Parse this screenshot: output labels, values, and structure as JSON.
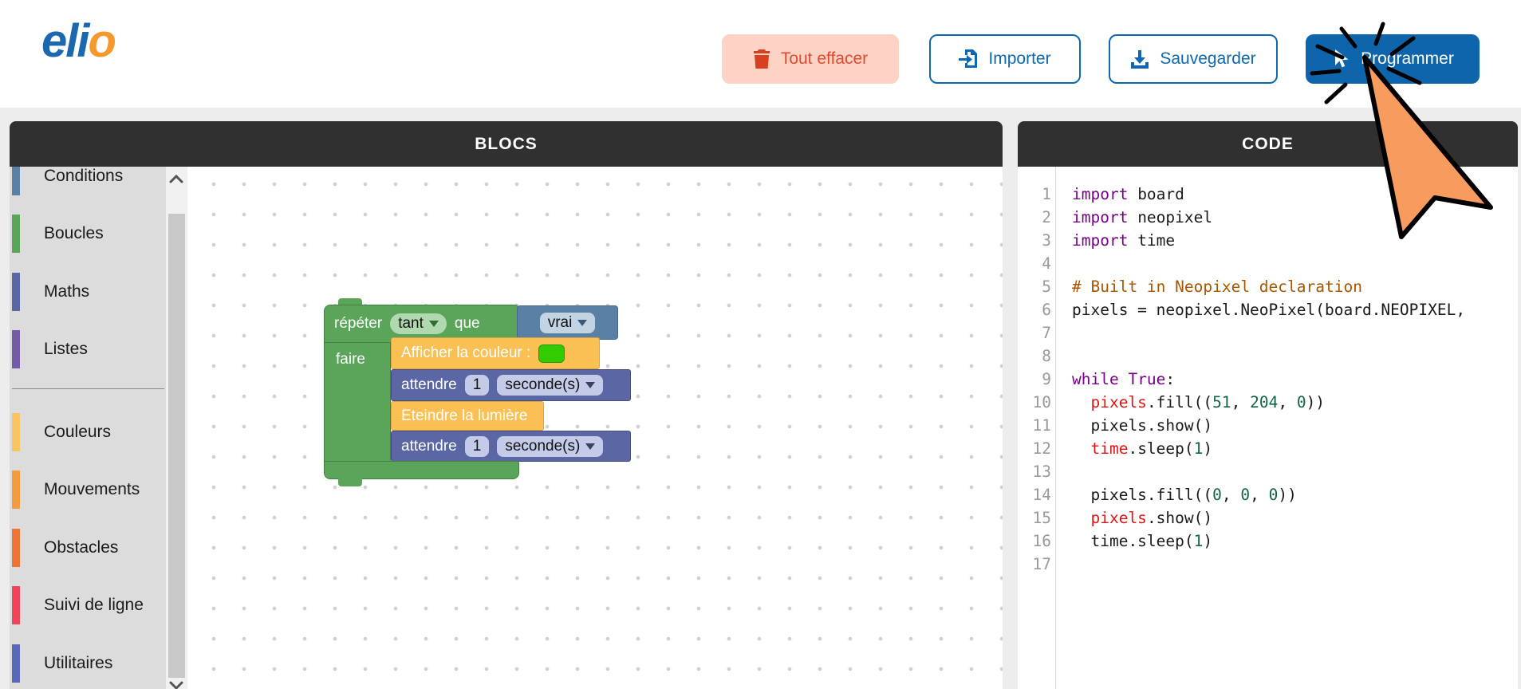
{
  "header": {
    "logo_part1": "eli",
    "logo_part2": "o",
    "buttons": {
      "clear_label": "Tout effacer",
      "import_label": "Importer",
      "save_label": "Sauvegarder",
      "program_label": "Programmer"
    }
  },
  "blocs_panel": {
    "title": "BLOCS",
    "categories": [
      {
        "label": "Conditions",
        "color": "#5b80a5",
        "divider_before": false
      },
      {
        "label": "Boucles",
        "color": "#5ba55b",
        "divider_before": false
      },
      {
        "label": "Maths",
        "color": "#5b67a5",
        "divider_before": false
      },
      {
        "label": "Listes",
        "color": "#745ba5",
        "divider_before": false
      },
      {
        "label": "Couleurs",
        "color": "#f9c45f",
        "divider_before": true
      },
      {
        "label": "Mouvements",
        "color": "#f49b3d",
        "divider_before": false
      },
      {
        "label": "Obstacles",
        "color": "#ed7433",
        "divider_before": false
      },
      {
        "label": "Suivi de ligne",
        "color": "#f0445a",
        "divider_before": false
      },
      {
        "label": "Utilitaires",
        "color": "#5968b8",
        "divider_before": false
      }
    ],
    "workspace_blocks": {
      "repeat_kw": "répéter",
      "mode_value": "tant",
      "que_label": "que",
      "condition_value": "vrai",
      "do_label": "faire",
      "show_color_label": "Afficher la couleur :",
      "swatch_color": "#33cc00",
      "wait_label": "attendre",
      "wait_value": "1",
      "wait_unit": "seconde(s)",
      "light_off_label": "Eteindre la lumière"
    }
  },
  "code_panel": {
    "title": "CODE",
    "lines": [
      {
        "n": "1",
        "t": [
          [
            "kw",
            "import"
          ],
          [
            "pl",
            " board"
          ]
        ]
      },
      {
        "n": "2",
        "t": [
          [
            "kw",
            "import"
          ],
          [
            "pl",
            " neopixel"
          ]
        ]
      },
      {
        "n": "3",
        "t": [
          [
            "kw",
            "import"
          ],
          [
            "pl",
            " time"
          ]
        ]
      },
      {
        "n": "4",
        "t": []
      },
      {
        "n": "5",
        "t": [
          [
            "cmt",
            "# Built in Neopixel declaration"
          ]
        ]
      },
      {
        "n": "6",
        "t": [
          [
            "pl",
            "pixels = neopixel.NeoPixel(board.NEOPIXEL, "
          ]
        ]
      },
      {
        "n": "7",
        "t": []
      },
      {
        "n": "8",
        "t": []
      },
      {
        "n": "9",
        "t": [
          [
            "kw",
            "while"
          ],
          [
            "pl",
            " "
          ],
          [
            "kw",
            "True"
          ],
          [
            "pl",
            ":"
          ]
        ]
      },
      {
        "n": "10",
        "t": [
          [
            "pl",
            "  "
          ],
          [
            "red",
            "pixels"
          ],
          [
            "pl",
            ".fill(("
          ],
          [
            "num",
            "51"
          ],
          [
            "pl",
            ", "
          ],
          [
            "num",
            "204"
          ],
          [
            "pl",
            ", "
          ],
          [
            "num",
            "0"
          ],
          [
            "pl",
            "))"
          ]
        ]
      },
      {
        "n": "11",
        "t": [
          [
            "pl",
            "  pixels.show()"
          ]
        ]
      },
      {
        "n": "12",
        "t": [
          [
            "pl",
            "  "
          ],
          [
            "red",
            "time"
          ],
          [
            "pl",
            ".sleep("
          ],
          [
            "num",
            "1"
          ],
          [
            "pl",
            ")"
          ]
        ]
      },
      {
        "n": "13",
        "t": []
      },
      {
        "n": "14",
        "t": [
          [
            "pl",
            "  pixels.fill(("
          ],
          [
            "num",
            "0"
          ],
          [
            "pl",
            ", "
          ],
          [
            "num",
            "0"
          ],
          [
            "pl",
            ", "
          ],
          [
            "num",
            "0"
          ],
          [
            "pl",
            "))"
          ]
        ]
      },
      {
        "n": "15",
        "t": [
          [
            "pl",
            "  "
          ],
          [
            "red",
            "pixels"
          ],
          [
            "pl",
            ".show()"
          ]
        ]
      },
      {
        "n": "16",
        "t": [
          [
            "pl",
            "  time.sleep("
          ],
          [
            "num",
            "1"
          ],
          [
            "pl",
            ")"
          ]
        ]
      },
      {
        "n": "17",
        "t": []
      }
    ]
  }
}
